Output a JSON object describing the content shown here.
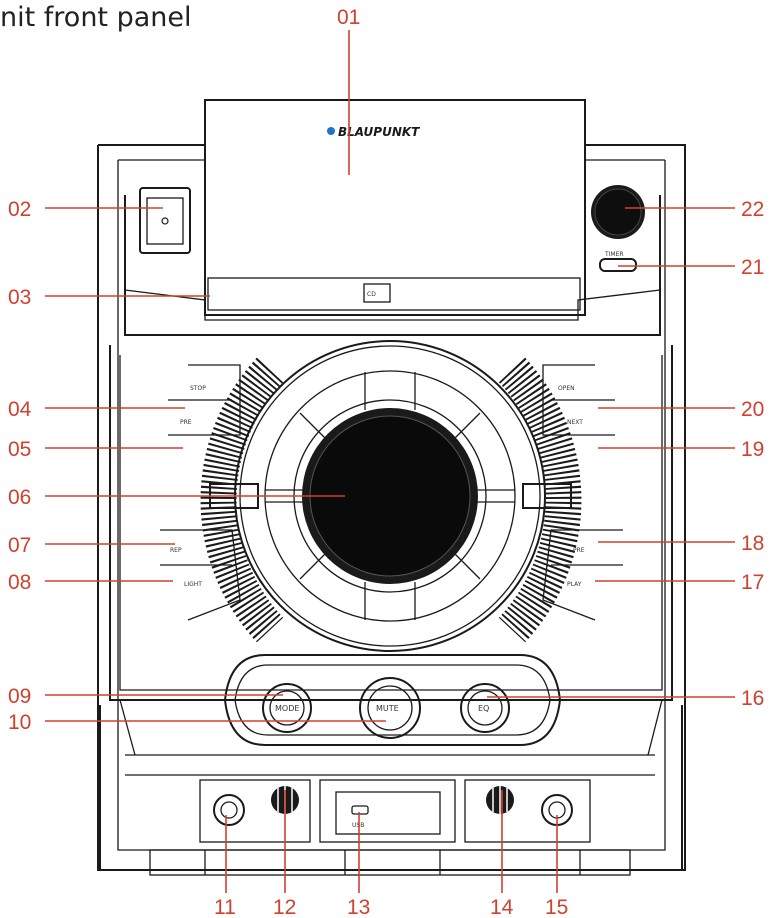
{
  "title": "nit front panel",
  "brand": "BLAUPUNKT",
  "colors": {
    "callout": "#d0412f",
    "outline": "#1a1a1a"
  },
  "buttons": {
    "left": [
      "STOP",
      "PRE",
      "REP",
      "LIGHT"
    ],
    "right": [
      "OPEN",
      "NEXT",
      "PRE",
      "PLAY"
    ]
  },
  "knobs": {
    "mode": "MODE",
    "mute": "MUTE",
    "eq": "EQ"
  },
  "bottom": {
    "usb": "USB",
    "timer": "TIMER"
  },
  "callouts": [
    "01",
    "02",
    "03",
    "04",
    "05",
    "06",
    "07",
    "08",
    "09",
    "10",
    "11",
    "12",
    "13",
    "14",
    "15",
    "16",
    "17",
    "18",
    "19",
    "20",
    "21",
    "22"
  ]
}
